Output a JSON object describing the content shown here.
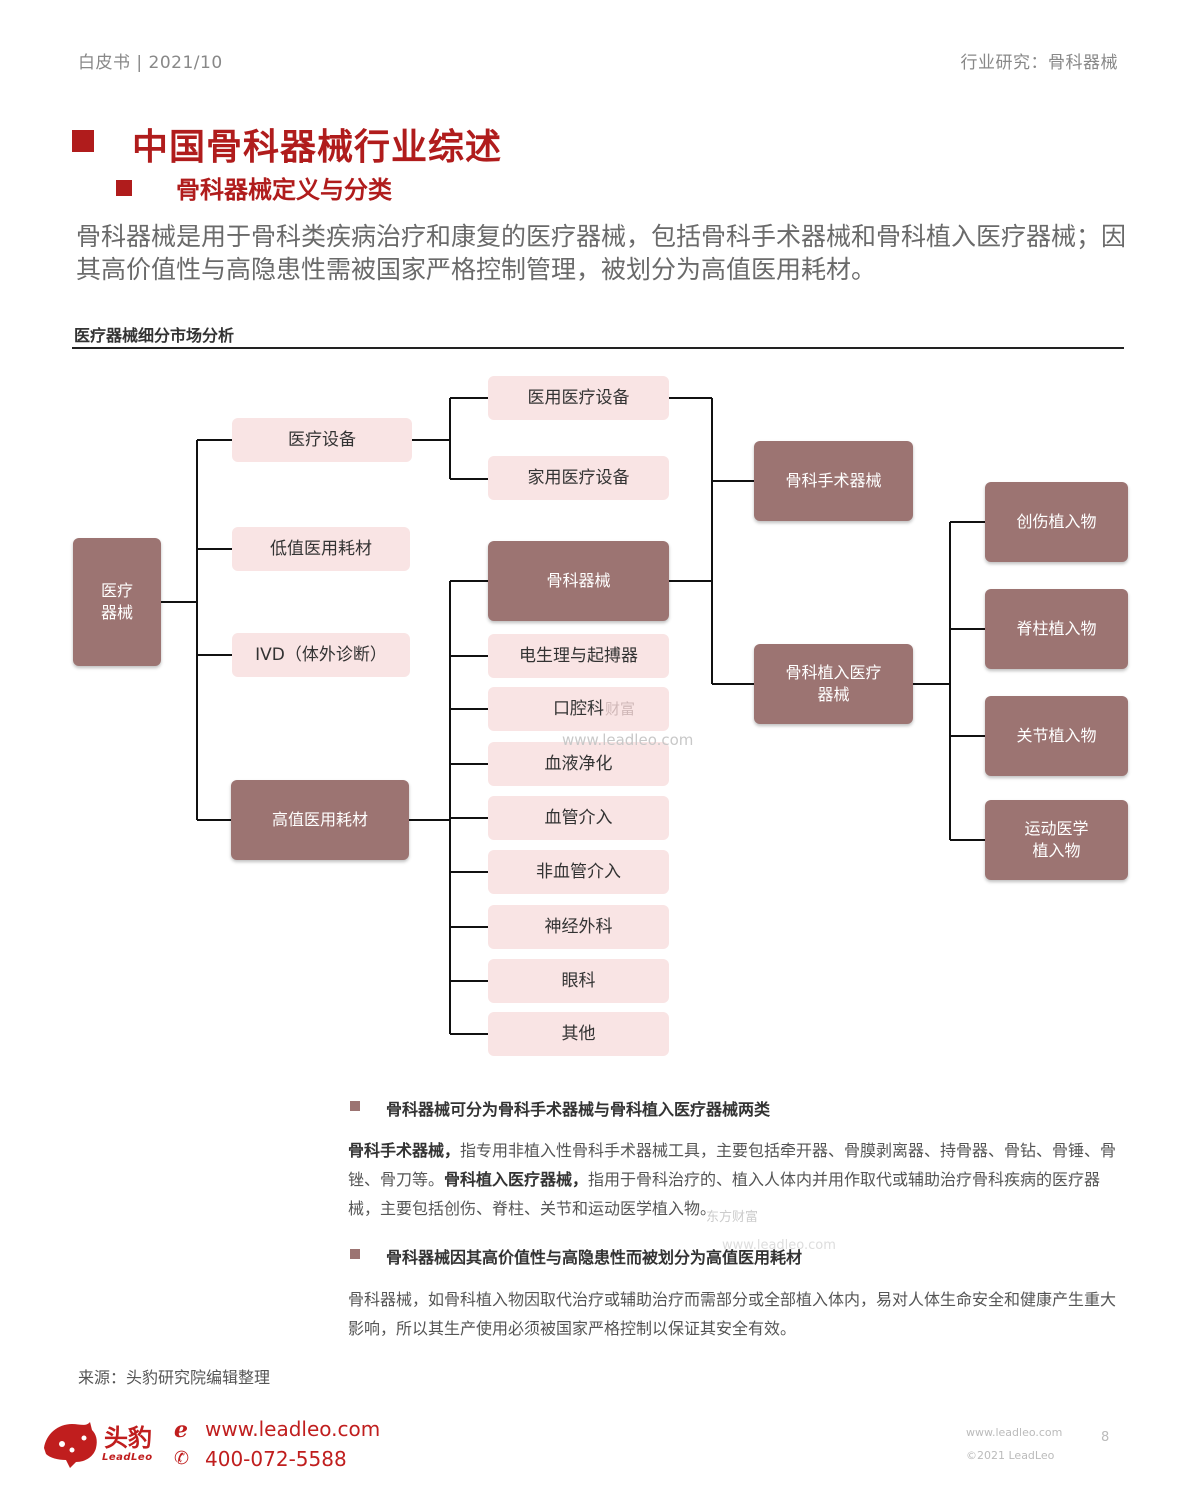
{
  "header": {
    "left": "白皮书 | 2021/10",
    "right": "行业研究：骨科器械"
  },
  "title": "中国骨科器械行业综述",
  "subtitle": "骨科器械定义与分类",
  "intro": "骨科器械是用于骨科类疾病治疗和康复的医疗器械，包括骨科手术器械和骨科植入医疗器械；因其高价值性与高隐患性需被国家严格控制管理，被划分为高值医用耗材。",
  "chart": {
    "title": "医疗器械细分市场分析",
    "root": "医疗\n器械",
    "level1": [
      "医疗设备",
      "低值医用耗材",
      "IVD（体外诊断）",
      "高值医用耗材"
    ],
    "equipment": [
      "医用医疗设备",
      "家用医疗设备"
    ],
    "high_value": [
      "骨科器械",
      "电生理与起搏器",
      "口腔科",
      "血液净化",
      "血管介入",
      "非血管介入",
      "神经外科",
      "眼科",
      "其他"
    ],
    "ortho": [
      "骨科手术器械",
      "骨科植入医疗\n器械"
    ],
    "implants": [
      "创伤植入物",
      "脊柱植入物",
      "关节植入物",
      "运动医学\n植入物"
    ]
  },
  "watermarks": {
    "w1": "财富",
    "w2": "www.leadleo.com",
    "w3": "东方财富",
    "w4": "www.leadleo.com"
  },
  "bullets": [
    {
      "heading": "骨科器械可分为骨科手术器械与骨科植入医疗器械两类"
    },
    {
      "heading": "骨科器械因其高价值性与高隐患性而被划分为高值医用耗材"
    }
  ],
  "para1": {
    "t1": "骨科手术器械，",
    "t2": "指专用非植入性骨科手术器械工具，主要包括牵开器、骨膜剥离器、持骨器、骨钻、骨锤、骨锉、骨刀等。",
    "t3": "骨科植入医疗器械，",
    "t4": "指用于骨科治疗的、植入人体内并用作取代或辅助治疗骨科疾病的医疗器械，主要包括创伤、脊柱、关节和运动医学植入物。"
  },
  "para2": "骨科器械，如骨科植入物因取代治疗或辅助治疗而需部分或全部植入体内，易对人体生命安全和健康产生重大影响，所以其生产使用必须被国家严格控制以保证其安全有效。",
  "source": "来源：头豹研究院编辑整理",
  "footer": {
    "logo_cn": "头豹",
    "logo_en": "LeadLeo",
    "website": "www.leadleo.com",
    "phone": "400-072-5588",
    "small_web": "www.leadleo.com",
    "copyright": "©2021 LeadLeo",
    "page": "8"
  }
}
